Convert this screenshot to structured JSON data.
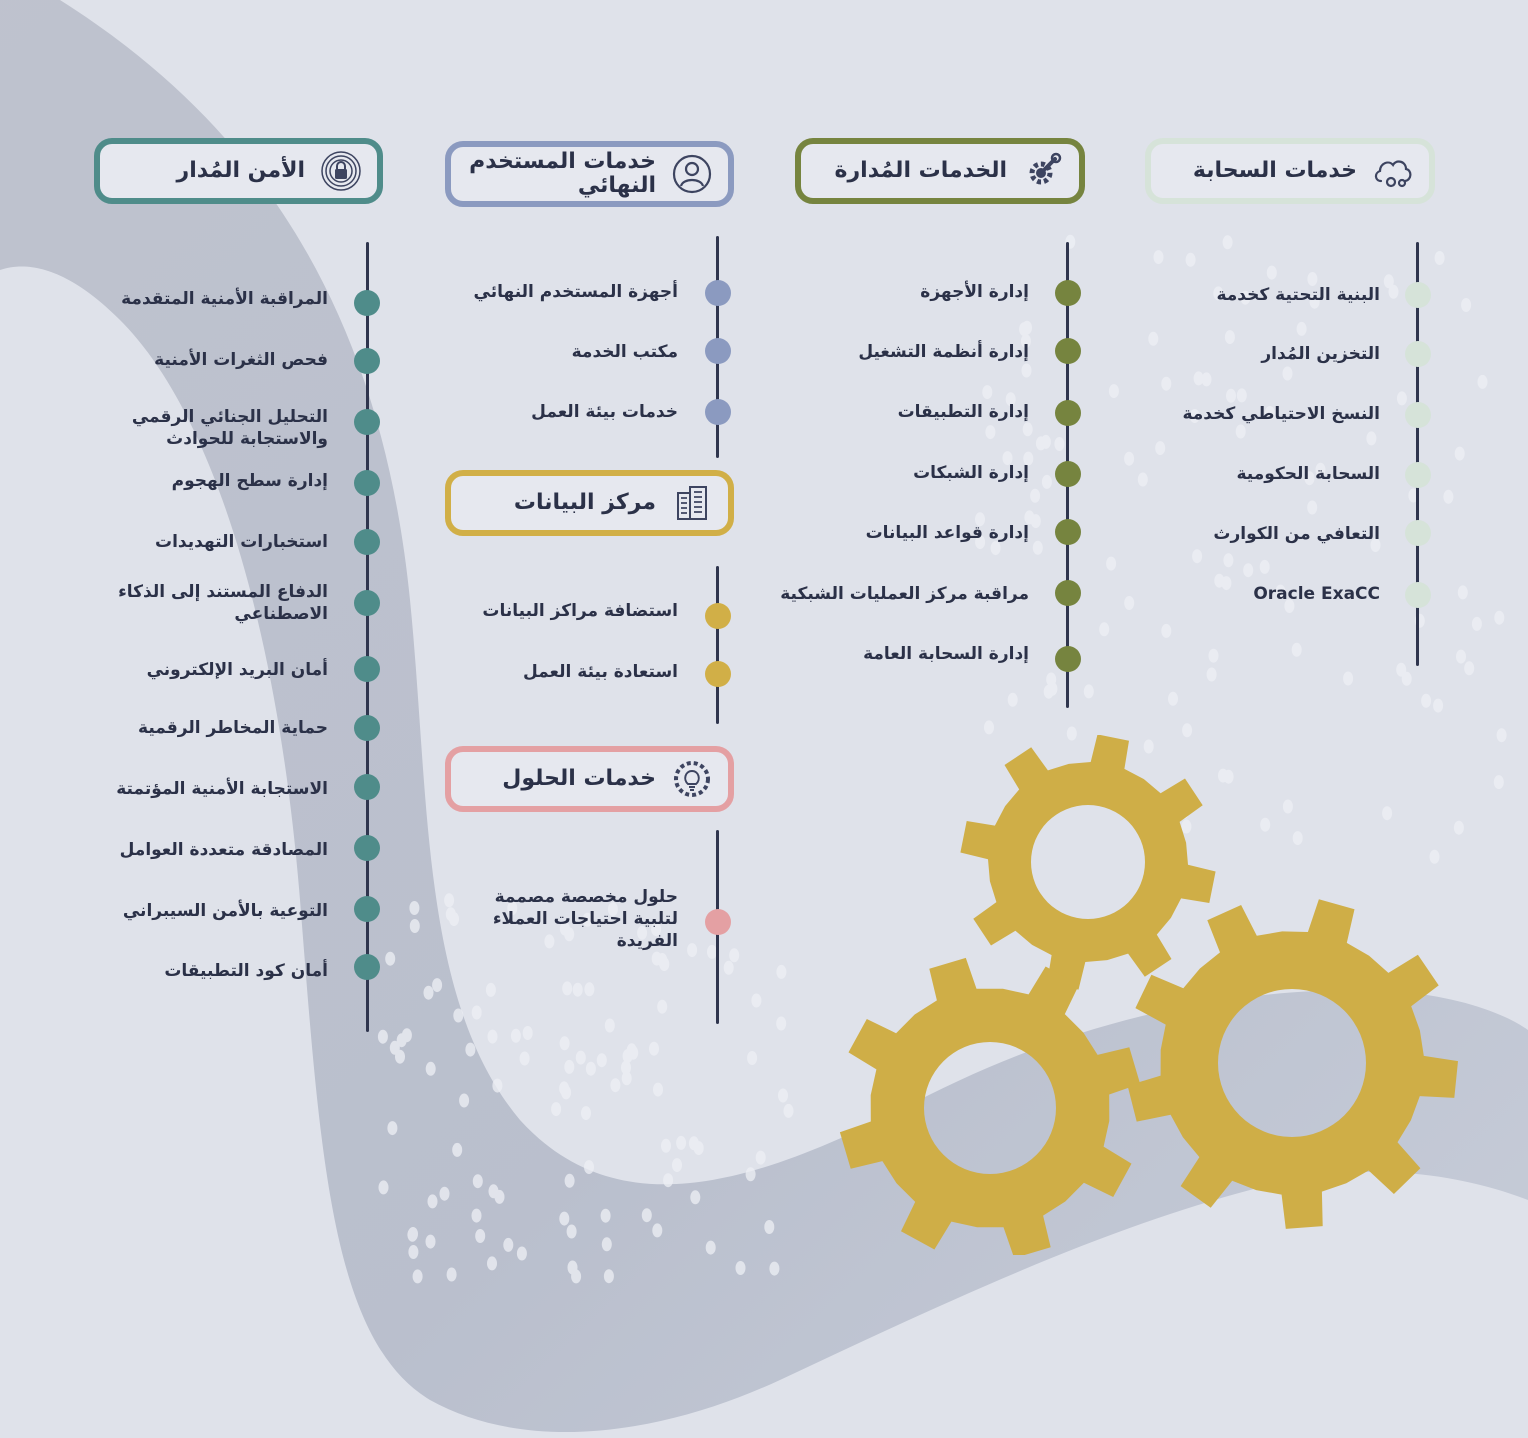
{
  "columns": [
    {
      "key": "cloud",
      "title": "خدمات السحابة",
      "icon": "cloud-gears-icon",
      "color": "#d6e3d9",
      "items": [
        "البنية التحتية كخدمة",
        "التخزين المُدار",
        "النسخ الاحتياطي كخدمة",
        "السحابة الحكومية",
        "التعافي من الكوارث",
        "Oracle ExaCC"
      ]
    },
    {
      "key": "managed",
      "title": "الخدمات المُدارة",
      "icon": "gear-wrench-icon",
      "color": "#76843f",
      "items": [
        "إدارة الأجهزة",
        "إدارة أنظمة التشغيل",
        "إدارة التطبيقات",
        "إدارة الشبكات",
        "إدارة قواعد البيانات",
        "مراقبة مركز العمليات الشبكية",
        "إدارة السحابة العامة"
      ]
    },
    {
      "key": "enduser",
      "title": "خدمات المستخدم النهائي",
      "icon": "user-icon",
      "color": "#8b9ac0",
      "items": [
        "أجهزة المستخدم النهائي",
        "مكتب الخدمة",
        "خدمات بيئة العمل"
      ]
    },
    {
      "key": "datacenter",
      "title": "مركز البيانات",
      "icon": "building-icon",
      "color": "#d1af47",
      "items": [
        "استضافة مراكز البيانات",
        "استعادة بيئة العمل"
      ]
    },
    {
      "key": "solutions",
      "title": "خدمات الحلول",
      "icon": "lightbulb-gear-icon",
      "color": "#e4a0a3",
      "items": [
        "حلول مخصصة مصممة لتلبية احتياجات العملاء الفريدة"
      ]
    },
    {
      "key": "security",
      "title": "الأمن المُدار",
      "icon": "lock-icon",
      "color": "#4f8c8a",
      "items": [
        "المراقبة الأمنية المتقدمة",
        "فحص الثغرات الأمنية",
        "التحليل الجنائي الرقمي والاستجابة للحوادث",
        "إدارة سطح الهجوم",
        "استخبارات التهديدات",
        "الدفاع المستند إلى الذكاء الاصطناعي",
        "أمان البريد الإلكتروني",
        "حماية المخاطر الرقمية",
        "الاستجابة الأمنية المؤتمتة",
        "المصادقة متعددة العوامل",
        "التوعية بالأمن السيبراني",
        "أمان كود التطبيقات"
      ]
    }
  ],
  "gear_color": "#cfae47"
}
